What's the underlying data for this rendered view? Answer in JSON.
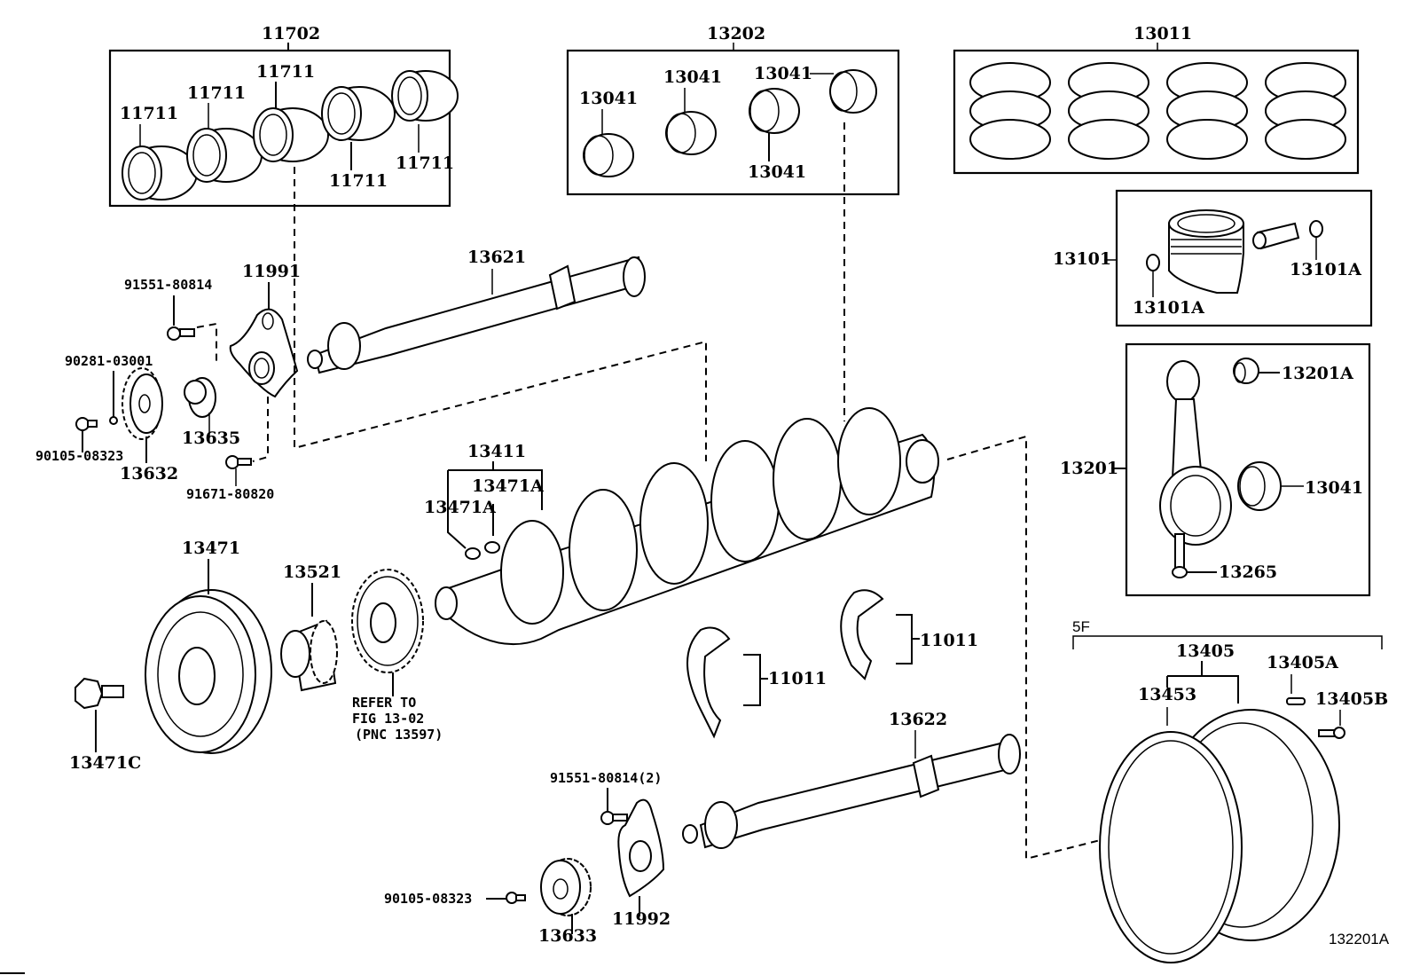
{
  "diagram": {
    "figure_id": "132201A",
    "group_5f_label": "5F",
    "assemblies": {
      "main_bearing_set": {
        "label": "11702",
        "items": [
          "11711",
          "11711",
          "11711",
          "11711",
          "11711"
        ]
      },
      "conrod_bearing_set": {
        "label": "13202",
        "items": [
          "13041",
          "13041",
          "13041",
          "13041"
        ]
      },
      "piston_ring_set": {
        "label": "13011"
      },
      "piston_sub_assy": {
        "label": "13101",
        "snap_ring_left": "13101A",
        "snap_ring_right": "13101A"
      },
      "connecting_rod": {
        "label": "13201",
        "bushing": "13201A",
        "bearing": "13041",
        "bolt": "13265"
      },
      "crankshaft": {
        "label": "13411",
        "key_a": "13471A",
        "key_b": "13471A"
      },
      "flywheel": {
        "label": "13405",
        "ring_gear": "13453",
        "pin": "13405A",
        "bolt": "13405B"
      }
    },
    "callouts": {
      "bracket_upper": "11991",
      "bolt_upper": "91551-80814",
      "pin": "90281-03001",
      "bolt_gear_upper": "90105-08323",
      "gear_upper": "13632",
      "bushing": "13635",
      "bolt_bracket_upper": "91671-80820",
      "balance_shaft_1": "13621",
      "crank_pulley": "13471",
      "pulley_bolt": "13471C",
      "crank_gear": "13521",
      "thrust_washer_1": "11011",
      "thrust_washer_2": "11011",
      "balance_shaft_2": "13622",
      "bolt_lower": "91551-80814(2)",
      "bolt_gear_lower": "90105-08323",
      "gear_lower": "13633",
      "bracket_lower": "11992"
    },
    "refer_note": [
      "REFER TO",
      "FIG 13-02",
      "(PNC 13597)"
    ]
  }
}
